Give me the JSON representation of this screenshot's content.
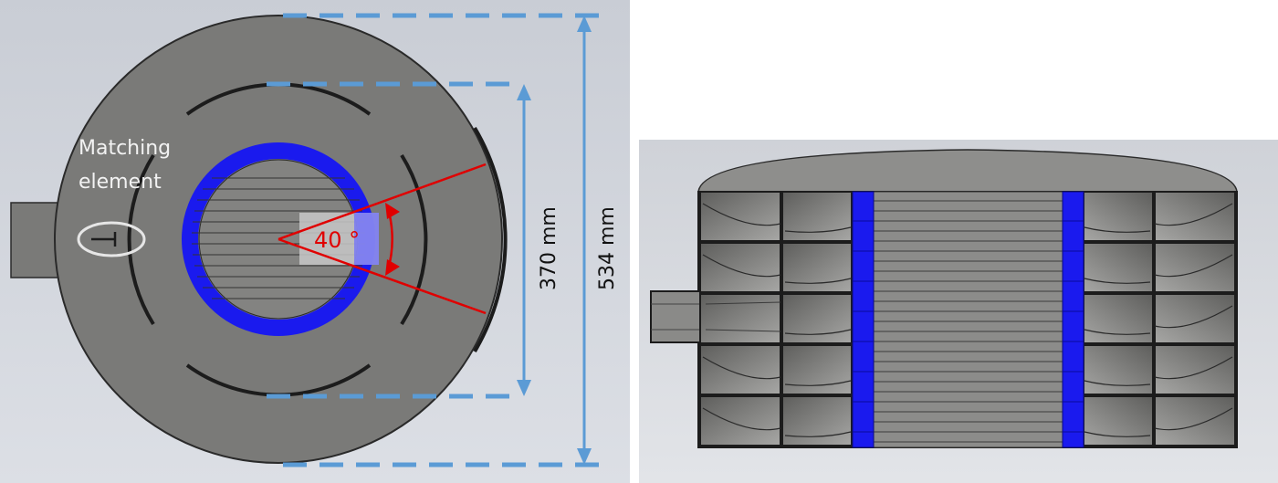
{
  "top_view": {
    "annotation_matching": [
      "Matching",
      "element"
    ],
    "angle_label": "40 °",
    "dimension_inner": "370 mm",
    "dimension_outer": "534 mm"
  },
  "colors": {
    "body_gray": "#7a7a78",
    "ring_blue": "#1a1aee",
    "dimension_blue": "#5b9bd5",
    "angle_red": "#e00000",
    "background": "#d4d7dd"
  },
  "side_view": {
    "cavity_rows": 5,
    "cavity_columns": 4
  }
}
